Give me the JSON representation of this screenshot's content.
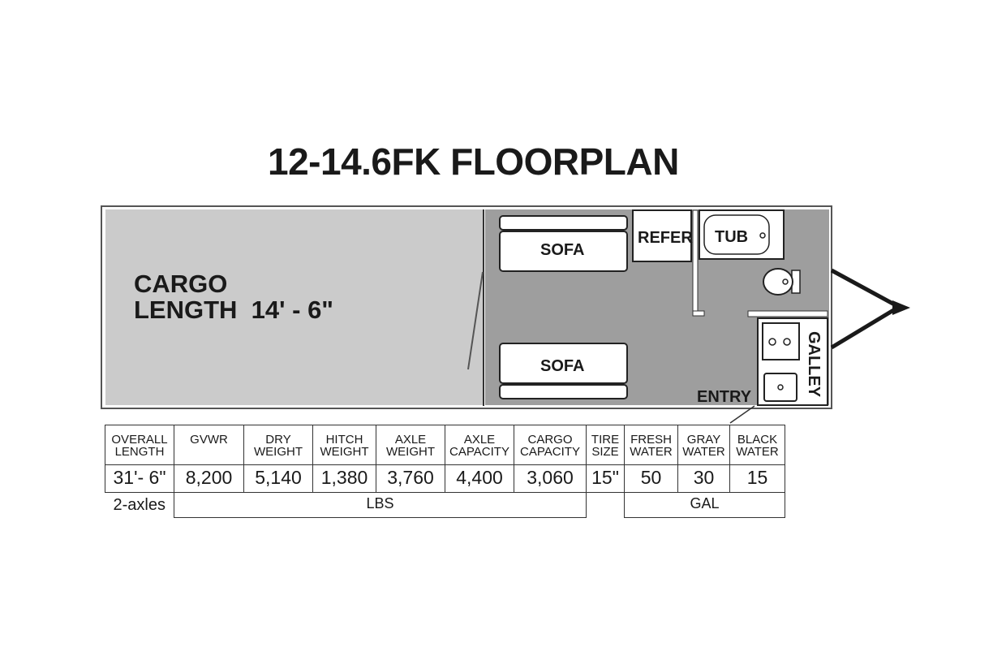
{
  "title": "12-14.6FK FLOORPLAN",
  "floorplan": {
    "cargo_label": "CARGO\nLENGTH  14' - 6\"",
    "sofa_top": "SOFA",
    "sofa_bottom": "SOFA",
    "refer": "REFER",
    "tub": "TUB",
    "galley": "GALLEY",
    "entry": "ENTRY"
  },
  "specs": {
    "columns": [
      {
        "header": [
          "OVERALL",
          "LENGTH"
        ],
        "value": "31'- 6\""
      },
      {
        "header": [
          "GVWR"
        ],
        "value": "8,200"
      },
      {
        "header": [
          "DRY",
          "WEIGHT"
        ],
        "value": "5,140"
      },
      {
        "header": [
          "HITCH",
          "WEIGHT"
        ],
        "value": "1,380"
      },
      {
        "header": [
          "AXLE",
          "WEIGHT"
        ],
        "value": "3,760"
      },
      {
        "header": [
          "AXLE",
          "CAPACITY"
        ],
        "value": "4,400"
      },
      {
        "header": [
          "CARGO",
          "CAPACITY"
        ],
        "value": "3,060"
      },
      {
        "header": [
          "TIRE",
          "SIZE"
        ],
        "value": "15\""
      },
      {
        "header": [
          "FRESH",
          "WATER"
        ],
        "value": "50"
      },
      {
        "header": [
          "GRAY",
          "WATER"
        ],
        "value": "30"
      },
      {
        "header": [
          "BLACK",
          "WATER"
        ],
        "value": "15"
      }
    ],
    "axles": "2-axles",
    "unit_lbs": "LBS",
    "unit_gal": "GAL"
  },
  "colors": {
    "cargo_floor": "#cbcbcb",
    "living_floor": "#9e9e9e",
    "outline": "#333333",
    "fixture": "#ffffff"
  }
}
